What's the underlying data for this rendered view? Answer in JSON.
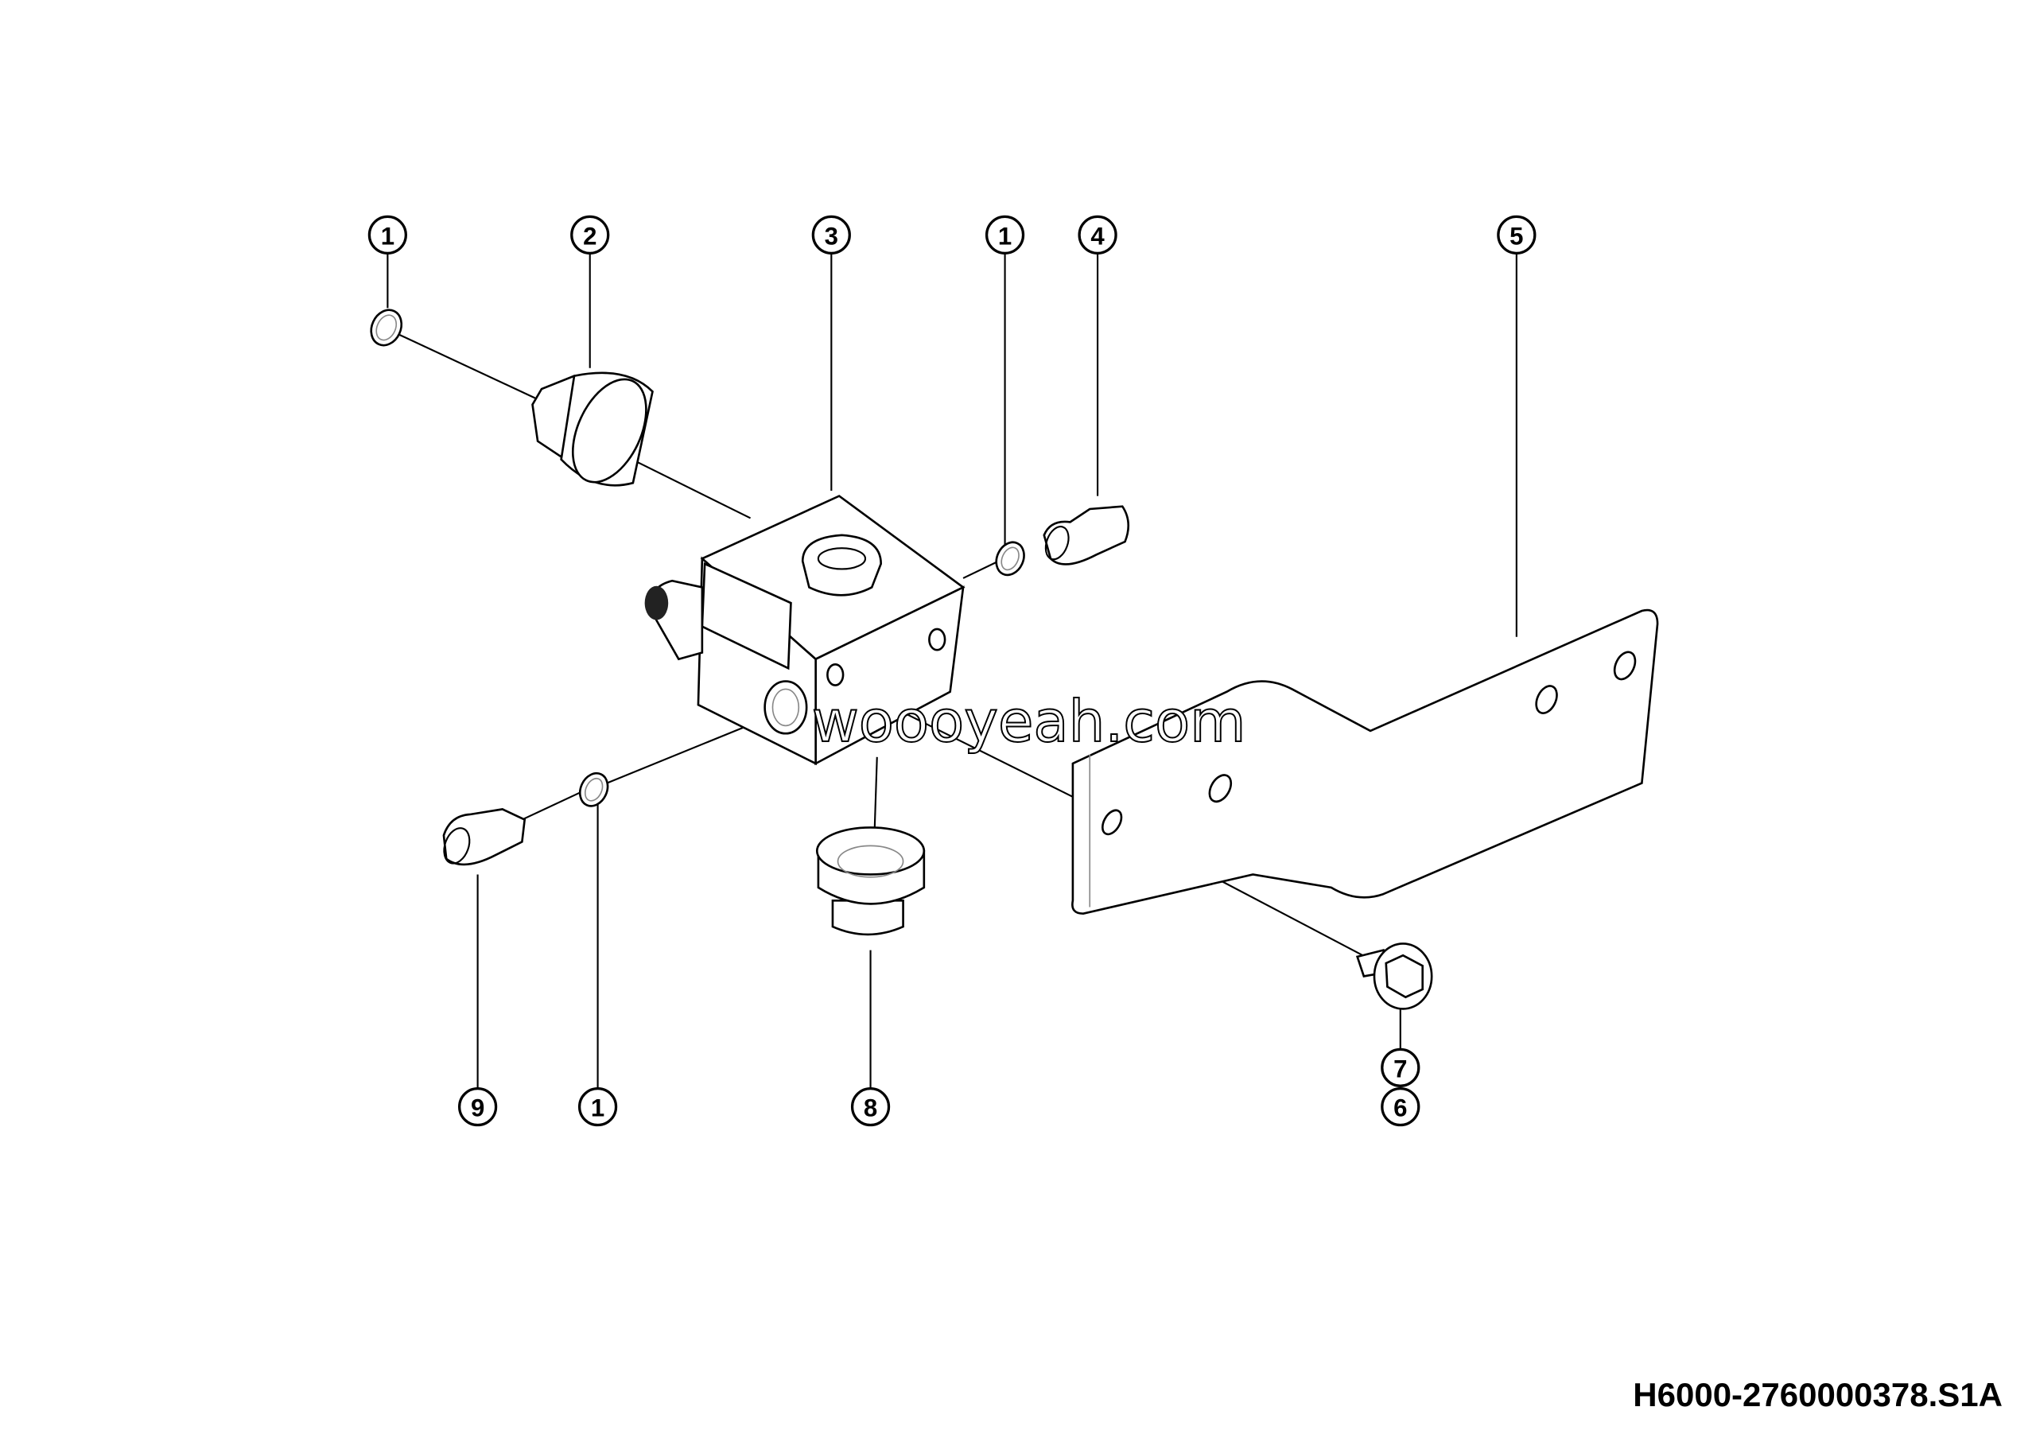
{
  "drawing": {
    "id": "H6000-2760000378.S1A",
    "watermark": "woooyeah.com"
  },
  "callouts": [
    {
      "label": "1"
    },
    {
      "label": "2"
    },
    {
      "label": "3"
    },
    {
      "label": "1"
    },
    {
      "label": "4"
    },
    {
      "label": "5"
    },
    {
      "label": "9"
    },
    {
      "label": "1"
    },
    {
      "label": "8"
    },
    {
      "label": "7"
    },
    {
      "label": "6"
    }
  ],
  "colors": {
    "line": "#000000",
    "background": "#ffffff"
  }
}
